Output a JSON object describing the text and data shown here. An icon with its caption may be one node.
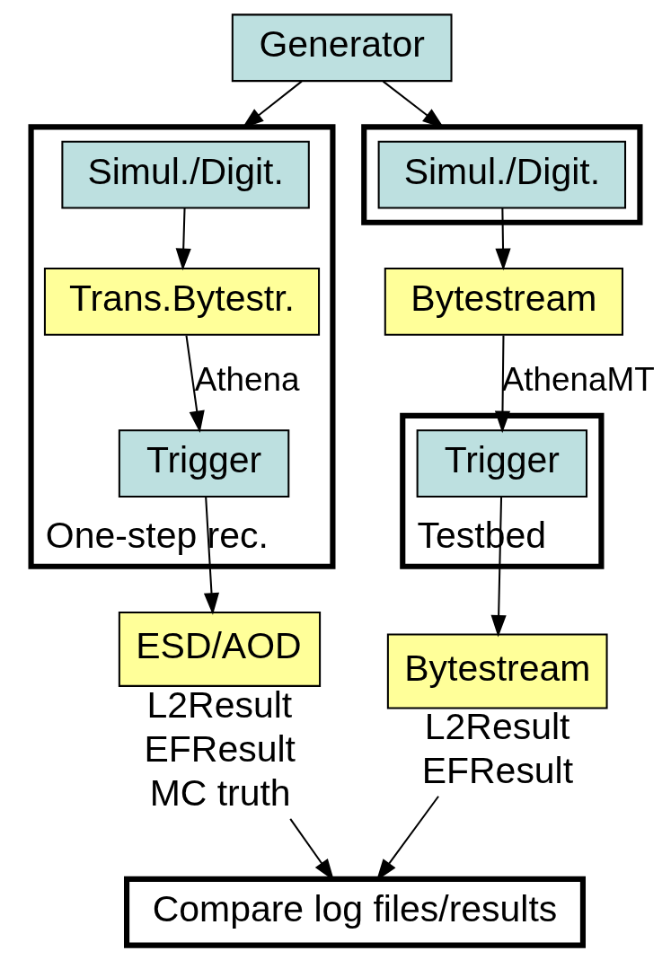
{
  "diagram": {
    "nodes": [
      {
        "text": [
          "Generator"
        ]
      },
      {
        "text": [],
        "shape": "box"
      },
      {
        "text": [
          "Simul./Digit."
        ],
        "in": 1
      },
      {
        "text": [
          "One-step rec."
        ]
      },
      {
        "text": [
          "Simul./Digit."
        ],
        "in": 3
      },
      {
        "text": [
          "Bytestream"
        ]
      },
      {
        "text": [
          "Trans.Bytestr."
        ],
        "in": 3
      },
      {
        "text": [
          "Testbed"
        ]
      },
      {
        "text": [
          "Trigger"
        ],
        "in": 7
      },
      {
        "text": [
          "Trigger"
        ],
        "in": 3
      },
      {
        "text": [
          "Bytestream"
        ],
        "beside": [
          "L2Result",
          "EFResult"
        ]
      },
      {
        "text": [
          "ESD/AOD"
        ],
        "beside": [
          "L2Result",
          "EFResult",
          "MC truth"
        ]
      },
      {
        "text": [
          "Compare log files/results"
        ]
      }
    ],
    "edges": [
      {
        "from": 0,
        "to": 1,
        "arrow": "to"
      },
      {
        "from": 0,
        "to": 3,
        "arrow": "to"
      },
      {
        "from": 2,
        "to": 5,
        "arrow": "to"
      },
      {
        "from": 4,
        "to": 6,
        "arrow": "to"
      },
      {
        "from": 5,
        "to": 8,
        "arrow": "to",
        "label": "AthenaMT"
      },
      {
        "from": 6,
        "to": 9,
        "arrow": "to",
        "label": "Athena"
      },
      {
        "from": 8,
        "to": 10,
        "arrow": "to"
      },
      {
        "from": 9,
        "to": 11,
        "arrow": "to"
      },
      {
        "from": 10,
        "to": 12,
        "arrow": "to"
      },
      {
        "from": 11,
        "to": 12,
        "arrow": "to"
      }
    ]
  }
}
